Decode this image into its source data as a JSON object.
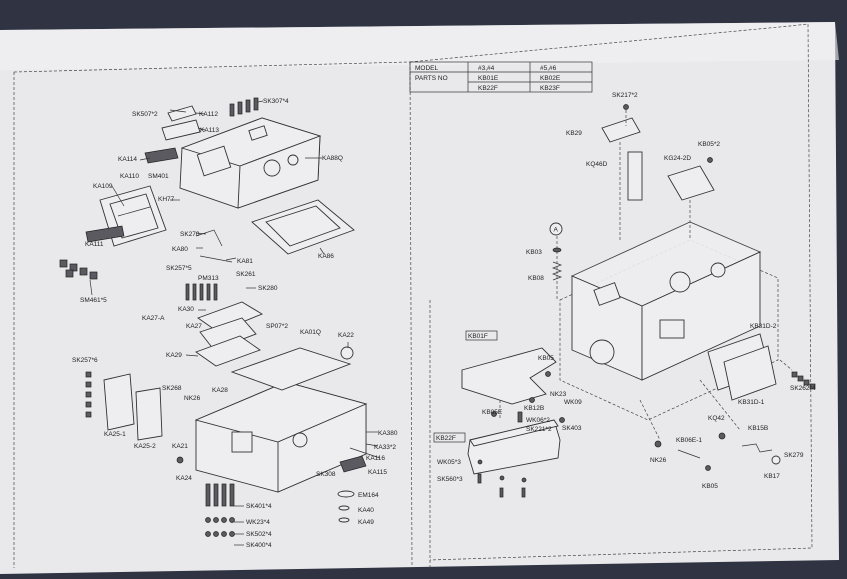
{
  "model_table": {
    "headers": [
      "MODEL",
      "#3,#4",
      "#5,#6"
    ],
    "rows": [
      [
        "PARTS NO",
        "KB01E",
        "KB02E"
      ],
      [
        "",
        "KB22F",
        "KB23F"
      ]
    ]
  },
  "boxed_labels": [
    "KB01F",
    "KB22F"
  ],
  "circle_marker": "A",
  "left_labels": [
    "SK507*2",
    "KA112",
    "SK307*4",
    "KA113",
    "KA114",
    "KA88Q",
    "KA110",
    "SM401",
    "KA109",
    "KH77",
    "SK270",
    "KA111",
    "KA80",
    "KA81",
    "KA86",
    "SM461*5",
    "SK257*5",
    "SK261",
    "PM313",
    "SK280",
    "KA30",
    "KA27-A",
    "KA27",
    "SP07*2",
    "KA01Q",
    "KA22",
    "KA29",
    "SK257*6",
    "SK268",
    "KA28",
    "KA25-1",
    "KA25-2",
    "NK26",
    "KA21",
    "KA24",
    "KA380",
    "KA33*2",
    "KA116",
    "SK308",
    "KA115",
    "EM164",
    "SK401*4",
    "KA40",
    "KA49",
    "WK23*4",
    "SK502*4",
    "SK400*4"
  ],
  "right_labels": [
    "SK217*2",
    "KB29",
    "KG24-2D",
    "KB05*2",
    "KQ46D",
    "KB03",
    "KB08",
    "KB31D-2",
    "KB05",
    "SK262*4",
    "KB31D-1",
    "NK23",
    "KB12B",
    "WK09",
    "KB05E",
    "WK06*2",
    "SK221*2",
    "SK403",
    "KQ42",
    "KB06E-1",
    "KB15B",
    "NK26",
    "SK279",
    "KB17",
    "KB05",
    "WK05*3",
    "SK560*3"
  ]
}
